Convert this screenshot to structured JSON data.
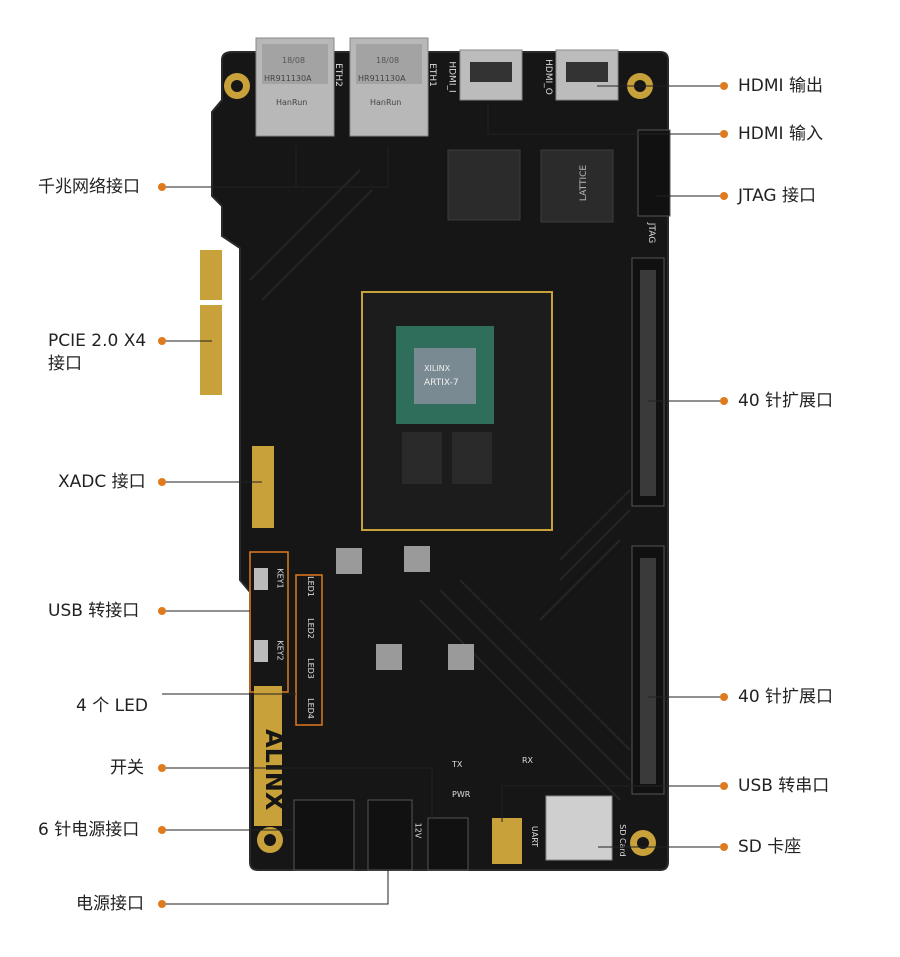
{
  "callouts_left": [
    {
      "id": "gigabit",
      "text": "千兆网络接口"
    },
    {
      "id": "pcie",
      "line1": "PCIE 2.0 X4",
      "line2": "接口"
    },
    {
      "id": "xadc",
      "text": "XADC 接口"
    },
    {
      "id": "usb-bridge",
      "text": "USB 转接口"
    },
    {
      "id": "led",
      "text": "4 个 LED"
    },
    {
      "id": "switch",
      "text": "开关"
    },
    {
      "id": "power6",
      "text": "6 针电源接口"
    },
    {
      "id": "power",
      "text": "电源接口"
    }
  ],
  "callouts_right": [
    {
      "id": "hdmi-out",
      "text": "HDMI 输出"
    },
    {
      "id": "hdmi-in",
      "text": "HDMI 输入"
    },
    {
      "id": "jtag",
      "text": "JTAG 接口"
    },
    {
      "id": "exp1",
      "text": "40 针扩展口"
    },
    {
      "id": "exp2",
      "text": "40 针扩展口"
    },
    {
      "id": "usb-uart",
      "text": "USB 转串口"
    },
    {
      "id": "sd",
      "text": "SD 卡座"
    }
  ],
  "board_silk": {
    "brand": "ALINX",
    "eth1": "ETH1",
    "eth2": "ETH2",
    "hdmi_in": "HDMI_I",
    "hdmi_out": "HDMI_O",
    "jtag": "JTAG",
    "led1": "LED1",
    "led2": "LED2",
    "led3": "LED3",
    "led4": "LED4",
    "key1": "KEY1",
    "key2": "KEY2",
    "pwr": "PWR",
    "uart": "UART",
    "sd": "SD Card",
    "v12": "12V",
    "rx": "RX",
    "tx": "TX",
    "fpga": "ARTIX-7",
    "fpga_brand": "XILINX",
    "lattice": "LATTICE",
    "rj45_code": "HR911130A",
    "rj45_brand": "HanRun",
    "rj45_date": "18/08"
  },
  "colors": {
    "board": "#161616",
    "accent": "#e07a1f",
    "gold": "#c9a13a",
    "text": "#222222"
  }
}
